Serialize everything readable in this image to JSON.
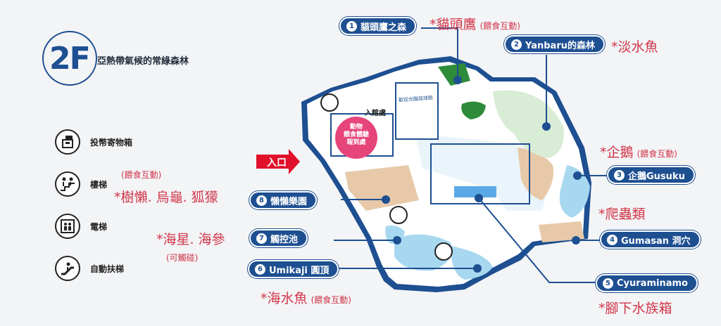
{
  "floor": {
    "code": "2F",
    "title": "亞熱帶氣候的常綠森林"
  },
  "legend": [
    {
      "icon": "coin-locker-icon",
      "label": "投幣寄物箱"
    },
    {
      "icon": "stairs-icon",
      "label": "樓梯"
    },
    {
      "icon": "elevator-icon",
      "label": "電梯"
    },
    {
      "icon": "escalator-icon",
      "label": "自動扶梯"
    }
  ],
  "entrance": {
    "label": "入口"
  },
  "map_labels": {
    "admission": "入館處",
    "feeding_reception": "動物\n餵食體驗\n報到處",
    "corridor": "歡迎光臨琉球館"
  },
  "zones": [
    {
      "num": "1",
      "name": "貓頭鷹之森",
      "note_main": "*貓頭鷹",
      "note_sub": "(餵食互動)"
    },
    {
      "num": "2",
      "name": "Yanbaru的森林",
      "note_main": "*淡水魚",
      "note_sub": ""
    },
    {
      "num": "3",
      "name": "企鵝Gusuku",
      "note_main": "*企鵝",
      "note_sub": "(餵食互動)"
    },
    {
      "num": "4",
      "name": "Gumasan 洞穴",
      "note_main": "*爬蟲類",
      "note_sub": ""
    },
    {
      "num": "5",
      "name": "Cyuraminamo",
      "note_main": "*腳下水族箱",
      "note_sub": ""
    },
    {
      "num": "6",
      "name": "Umikaji 圓頂",
      "note_main": "*海水魚",
      "note_sub": "(餵食互動)"
    },
    {
      "num": "7",
      "name": "觸控池",
      "note_main": "*海星. 海參",
      "note_sub": "(可觸碰)"
    },
    {
      "num": "8",
      "name": "懶懶樂園",
      "note_main": "*樹懶. 烏龜. 狐獴",
      "note_sub": "(餵食互動)"
    }
  ],
  "colors": {
    "brand_blue": "#1d4f91",
    "note_red": "#d1364a",
    "entrance_red": "#e0102a",
    "water": "#a8d8f0",
    "green": "#2e8b3a",
    "sand": "#e7c9a9"
  }
}
